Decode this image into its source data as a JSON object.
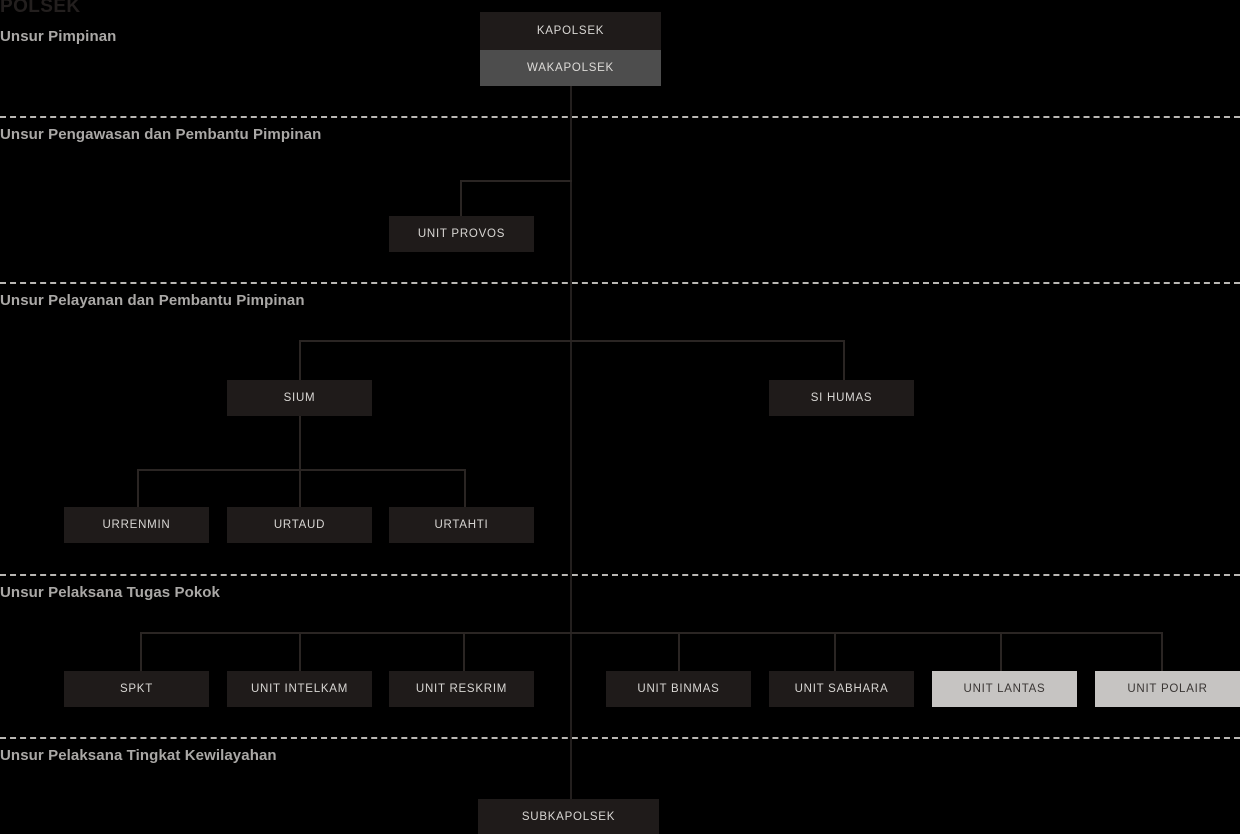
{
  "org_title": "POLSEK",
  "colors": {
    "background": "#000000",
    "box_dark": "#1f1b1a",
    "box_mid": "#4d4d4d",
    "box_light": "#c6c4c2",
    "box_dark_text": "#d8d6d3",
    "box_light_text": "#3a3634",
    "section_label": "#aaa8a6",
    "title": "#231f1e",
    "connector": "#231f1e",
    "divider": "#b9b7b4"
  },
  "sections": [
    {
      "label": "Unsur Pimpinan"
    },
    {
      "label": "Unsur Pengawasan dan Pembantu Pimpinan"
    },
    {
      "label": "Unsur Pelayanan dan Pembantu Pimpinan"
    },
    {
      "label": "Unsur Pelaksana Tugas Pokok"
    },
    {
      "label": "Unsur Pelaksana Tingkat Kewilayahan"
    }
  ],
  "nodes": {
    "kapolsek": "KAPOLSEK",
    "wakapolsek": "WAKAPOLSEK",
    "unit_provos": "UNIT PROVOS",
    "sium": "SIUM",
    "si_humas": "SI HUMAS",
    "urrenmin": "URRENMIN",
    "urtaud": "URTAUD",
    "urtahti": "URTAHTI",
    "spkt": "SPKT",
    "unit_intelkam": "UNIT INTELKAM",
    "unit_reskrim": "UNIT RESKRIM",
    "unit_binmas": "UNIT BINMAS",
    "unit_sabhara": "UNIT SABHARA",
    "unit_lantas": "UNIT LANTAS",
    "unit_polair": "UNIT POLAIR",
    "subkapolsek": "SUBKAPOLSEK"
  },
  "chart_data": {
    "type": "diagram",
    "title": "POLSEK",
    "hierarchy": [
      {
        "id": "kapolsek",
        "label": "KAPOLSEK",
        "parent": null,
        "section": "Unsur Pimpinan",
        "style": "dark"
      },
      {
        "id": "wakapolsek",
        "label": "WAKAPOLSEK",
        "parent": "kapolsek",
        "section": "Unsur Pimpinan",
        "style": "mid"
      },
      {
        "id": "unit_provos",
        "label": "UNIT PROVOS",
        "parent": "wakapolsek",
        "section": "Unsur Pengawasan dan Pembantu Pimpinan",
        "style": "dark"
      },
      {
        "id": "sium",
        "label": "SIUM",
        "parent": "wakapolsek",
        "section": "Unsur Pelayanan dan Pembantu Pimpinan",
        "style": "dark"
      },
      {
        "id": "si_humas",
        "label": "SI HUMAS",
        "parent": "wakapolsek",
        "section": "Unsur Pelayanan dan Pembantu Pimpinan",
        "style": "dark"
      },
      {
        "id": "urrenmin",
        "label": "URRENMIN",
        "parent": "sium",
        "section": "Unsur Pelayanan dan Pembantu Pimpinan",
        "style": "dark"
      },
      {
        "id": "urtaud",
        "label": "URTAUD",
        "parent": "sium",
        "section": "Unsur Pelayanan dan Pembantu Pimpinan",
        "style": "dark"
      },
      {
        "id": "urtahti",
        "label": "URTAHTI",
        "parent": "sium",
        "section": "Unsur Pelayanan dan Pembantu Pimpinan",
        "style": "dark"
      },
      {
        "id": "spkt",
        "label": "SPKT",
        "parent": "wakapolsek",
        "section": "Unsur Pelaksana Tugas Pokok",
        "style": "dark"
      },
      {
        "id": "unit_intelkam",
        "label": "UNIT INTELKAM",
        "parent": "wakapolsek",
        "section": "Unsur Pelaksana Tugas Pokok",
        "style": "dark"
      },
      {
        "id": "unit_reskrim",
        "label": "UNIT RESKRIM",
        "parent": "wakapolsek",
        "section": "Unsur Pelaksana Tugas Pokok",
        "style": "dark"
      },
      {
        "id": "unit_binmas",
        "label": "UNIT BINMAS",
        "parent": "wakapolsek",
        "section": "Unsur Pelaksana Tugas Pokok",
        "style": "dark"
      },
      {
        "id": "unit_sabhara",
        "label": "UNIT SABHARA",
        "parent": "wakapolsek",
        "section": "Unsur Pelaksana Tugas Pokok",
        "style": "dark"
      },
      {
        "id": "unit_lantas",
        "label": "UNIT LANTAS",
        "parent": "wakapolsek",
        "section": "Unsur Pelaksana Tugas Pokok",
        "style": "light"
      },
      {
        "id": "unit_polair",
        "label": "UNIT POLAIR",
        "parent": "wakapolsek",
        "section": "Unsur Pelaksana Tugas Pokok",
        "style": "light"
      },
      {
        "id": "subkapolsek",
        "label": "SUBKAPOLSEK",
        "parent": "wakapolsek",
        "section": "Unsur Pelaksana Tingkat Kewilayahan",
        "style": "dark"
      }
    ]
  }
}
